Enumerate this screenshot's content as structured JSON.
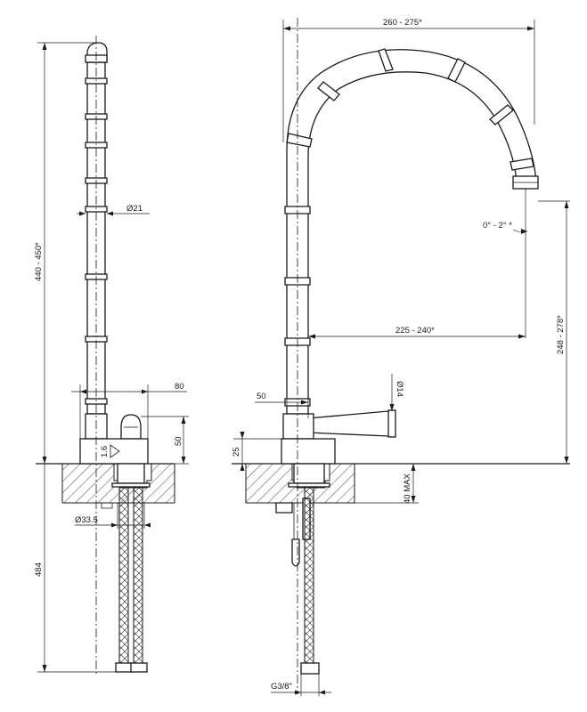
{
  "labels": {
    "left_height": "440 - 450*",
    "left_diameter_spout": "Ø21",
    "left_offset": "80",
    "left_body_height": "50",
    "left_cartridge": "1.6",
    "left_shank_diameter": "Ø33.5",
    "left_hose_length": "484",
    "right_reach_total": "260 - 275*",
    "right_angle": "0° - 2° *",
    "right_reach": "225 - 240*",
    "right_outlet_height": "248 - 278*",
    "right_lever_offset": "50",
    "right_lever_diameter": "Ø14",
    "right_base_height": "25",
    "right_deck_max": "40 MAX",
    "right_connection": "G3/8\""
  }
}
